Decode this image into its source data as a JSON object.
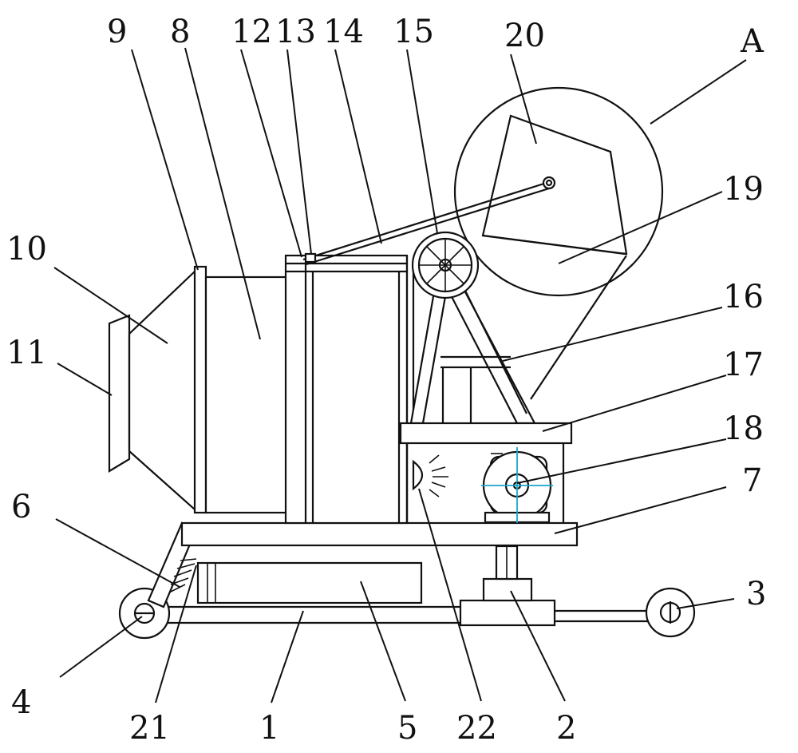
{
  "labels": [
    {
      "id": "9",
      "text": "9"
    },
    {
      "id": "8",
      "text": "8"
    },
    {
      "id": "12",
      "text": "12"
    },
    {
      "id": "13",
      "text": "13"
    },
    {
      "id": "14",
      "text": "14"
    },
    {
      "id": "15",
      "text": "15"
    },
    {
      "id": "20",
      "text": "20"
    },
    {
      "id": "A",
      "text": "A"
    },
    {
      "id": "19",
      "text": "19"
    },
    {
      "id": "10",
      "text": "10"
    },
    {
      "id": "11",
      "text": "11"
    },
    {
      "id": "16",
      "text": "16"
    },
    {
      "id": "17",
      "text": "17"
    },
    {
      "id": "18",
      "text": "18"
    },
    {
      "id": "6",
      "text": "6"
    },
    {
      "id": "7",
      "text": "7"
    },
    {
      "id": "3",
      "text": "3"
    },
    {
      "id": "4",
      "text": "4"
    },
    {
      "id": "21",
      "text": "21"
    },
    {
      "id": "1",
      "text": "1"
    },
    {
      "id": "5",
      "text": "5"
    },
    {
      "id": "22",
      "text": "22"
    },
    {
      "id": "2",
      "text": "2"
    }
  ]
}
